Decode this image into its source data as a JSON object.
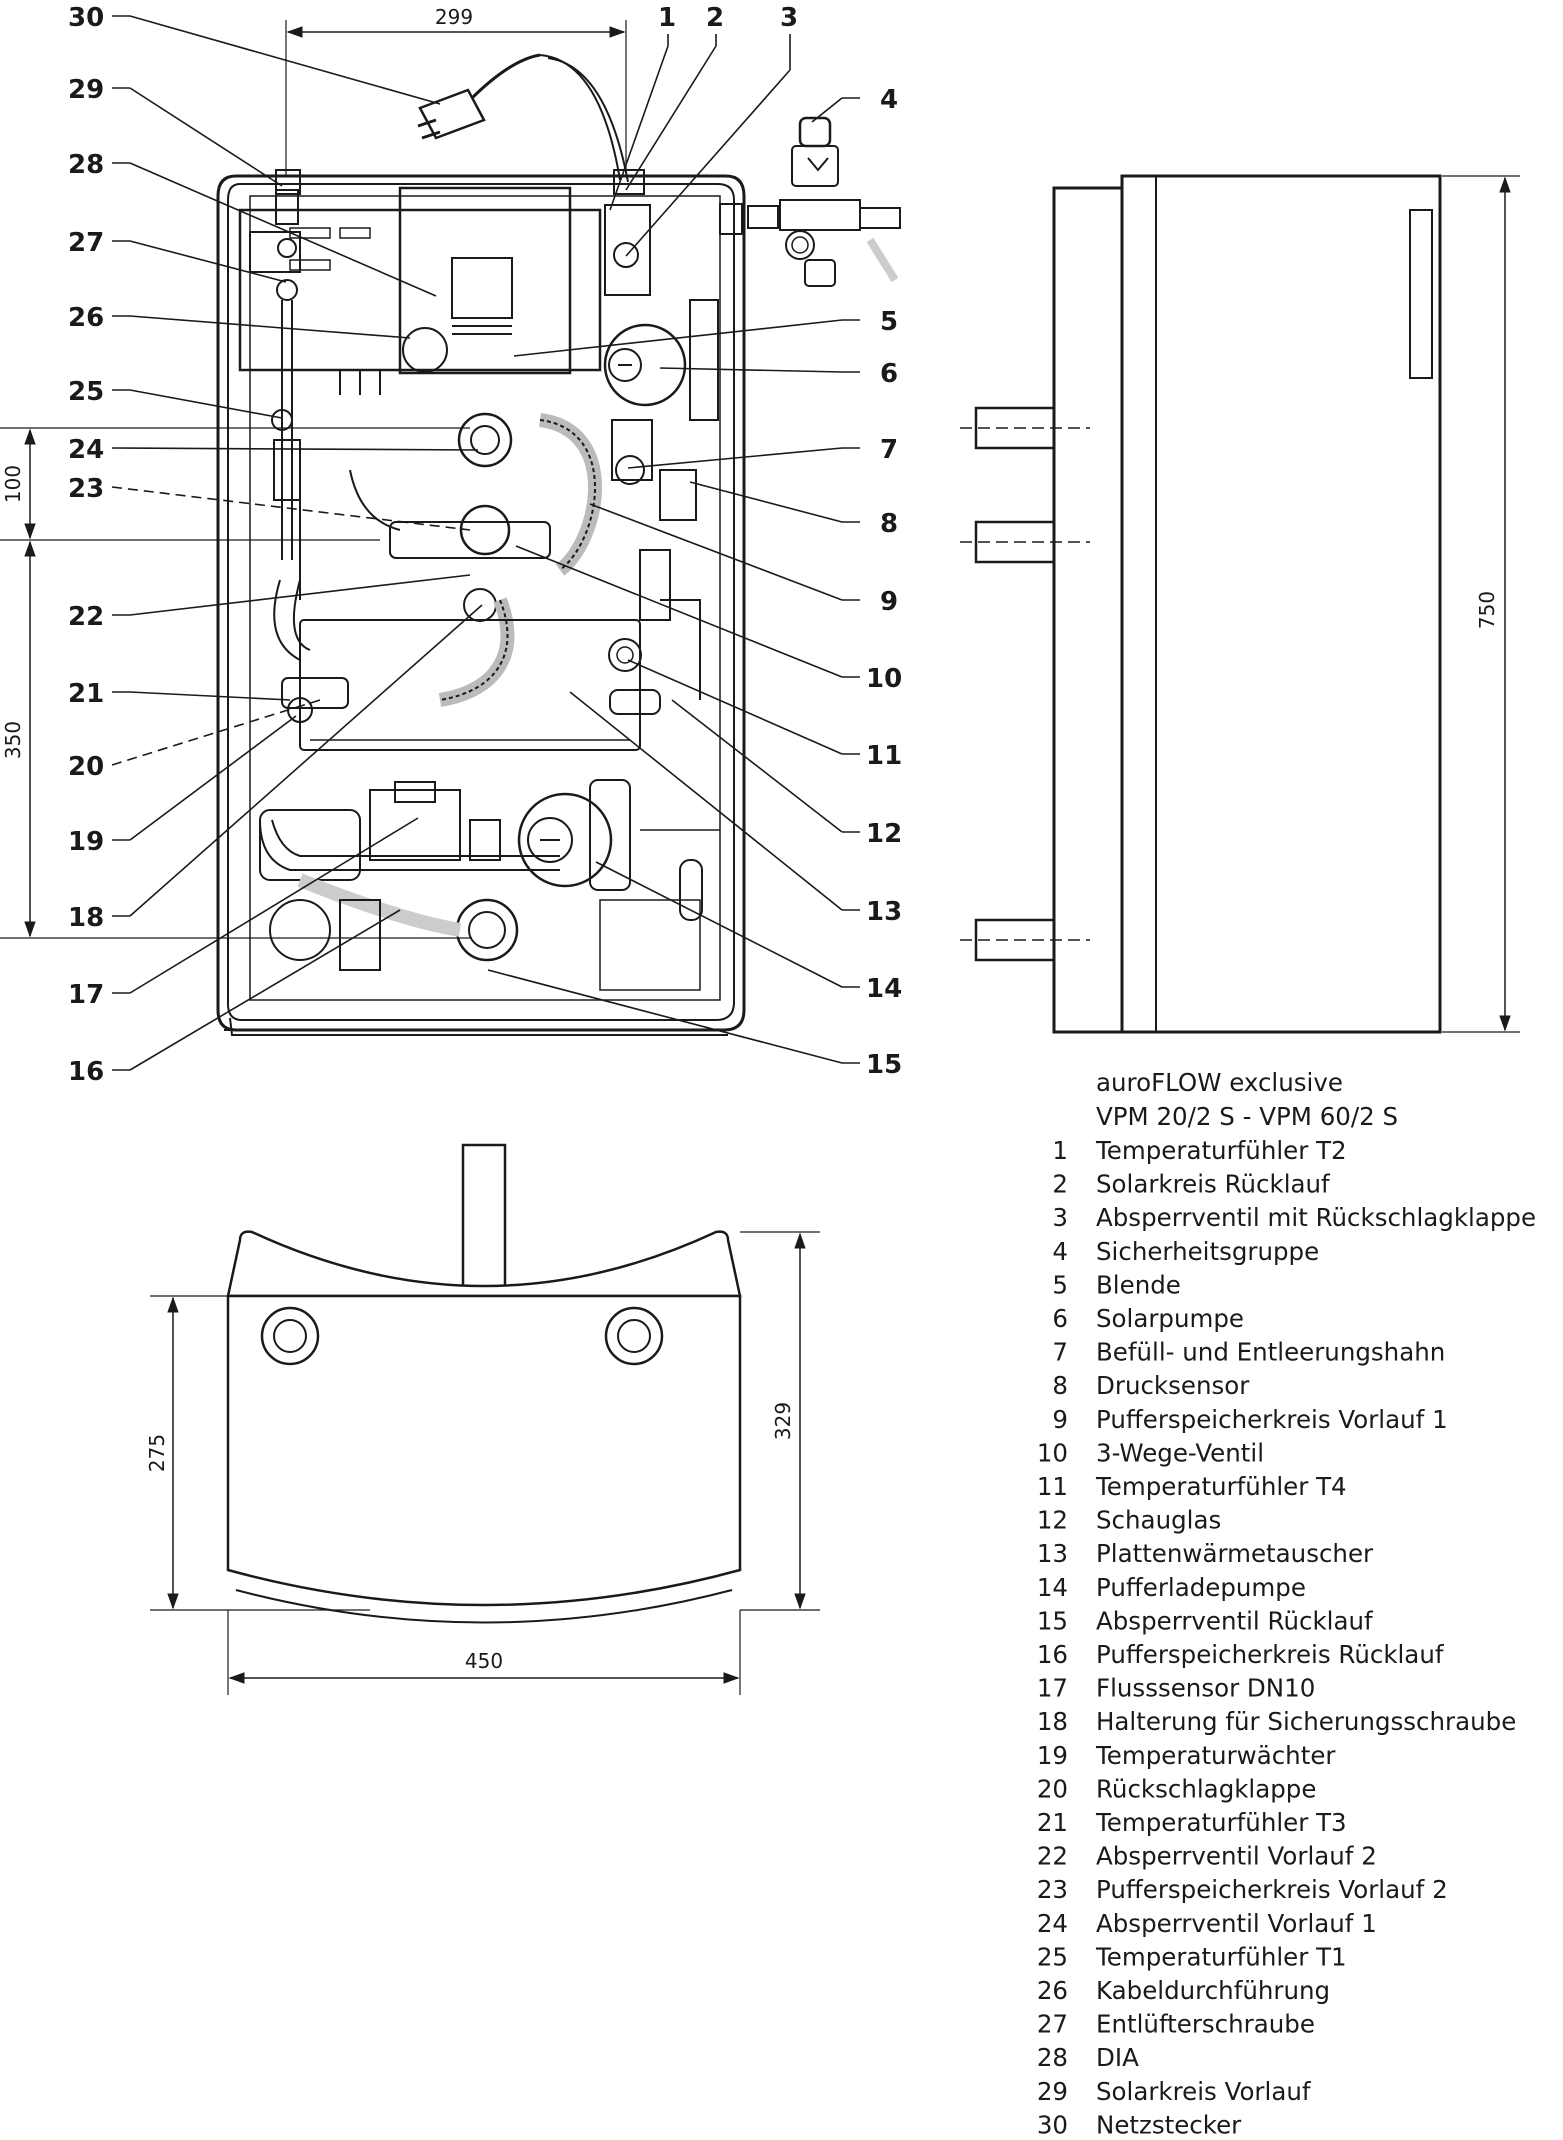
{
  "legend": {
    "title_line1": "auroFLOW exclusive",
    "title_line2": "VPM 20/2 S - VPM 60/2 S",
    "items": [
      {
        "num": "1",
        "label": "Temperaturfühler T2"
      },
      {
        "num": "2",
        "label": "Solarkreis Rücklauf"
      },
      {
        "num": "3",
        "label": "Absperrventil mit Rückschlagklappe"
      },
      {
        "num": "4",
        "label": "Sicherheitsgruppe"
      },
      {
        "num": "5",
        "label": "Blende"
      },
      {
        "num": "6",
        "label": "Solarpumpe"
      },
      {
        "num": "7",
        "label": "Befüll- und Entleerungshahn"
      },
      {
        "num": "8",
        "label": "Drucksensor"
      },
      {
        "num": "9",
        "label": "Pufferspeicherkreis Vorlauf 1"
      },
      {
        "num": "10",
        "label": "3-Wege-Ventil"
      },
      {
        "num": "11",
        "label": "Temperaturfühler T4"
      },
      {
        "num": "12",
        "label": "Schauglas"
      },
      {
        "num": "13",
        "label": "Plattenwärmetauscher"
      },
      {
        "num": "14",
        "label": "Pufferladepumpe"
      },
      {
        "num": "15",
        "label": "Absperrventil Rücklauf"
      },
      {
        "num": "16",
        "label": "Pufferspeicherkreis Rücklauf"
      },
      {
        "num": "17",
        "label": "Flusssensor DN10"
      },
      {
        "num": "18",
        "label": "Halterung für Sicherungsschraube"
      },
      {
        "num": "19",
        "label": "Temperaturwächter"
      },
      {
        "num": "20",
        "label": "Rückschlagklappe"
      },
      {
        "num": "21",
        "label": "Temperaturfühler T3"
      },
      {
        "num": "22",
        "label": "Absperrventil Vorlauf 2"
      },
      {
        "num": "23",
        "label": "Pufferspeicherkreis Vorlauf 2"
      },
      {
        "num": "24",
        "label": "Absperrventil Vorlauf 1"
      },
      {
        "num": "25",
        "label": "Temperaturfühler T1"
      },
      {
        "num": "26",
        "label": "Kabeldurchführung"
      },
      {
        "num": "27",
        "label": "Entlüfterschraube"
      },
      {
        "num": "28",
        "label": "DIA"
      },
      {
        "num": "29",
        "label": "Solarkreis Vorlauf"
      },
      {
        "num": "30",
        "label": "Netzstecker"
      }
    ]
  },
  "dimensions": {
    "top_width": "299",
    "left_upper": "100",
    "left_lower": "350",
    "side_height": "750",
    "bottom_depth": "275",
    "bottom_depth_total": "329",
    "bottom_width": "450"
  },
  "callouts": {
    "left": [
      "30",
      "29",
      "28",
      "27",
      "26",
      "25",
      "24",
      "23",
      "22",
      "21",
      "20",
      "19",
      "18",
      "17",
      "16"
    ],
    "top": [
      "1",
      "2",
      "3"
    ],
    "right": [
      "4",
      "5",
      "6",
      "7",
      "8",
      "9",
      "10",
      "11",
      "12",
      "13",
      "14",
      "15"
    ]
  }
}
